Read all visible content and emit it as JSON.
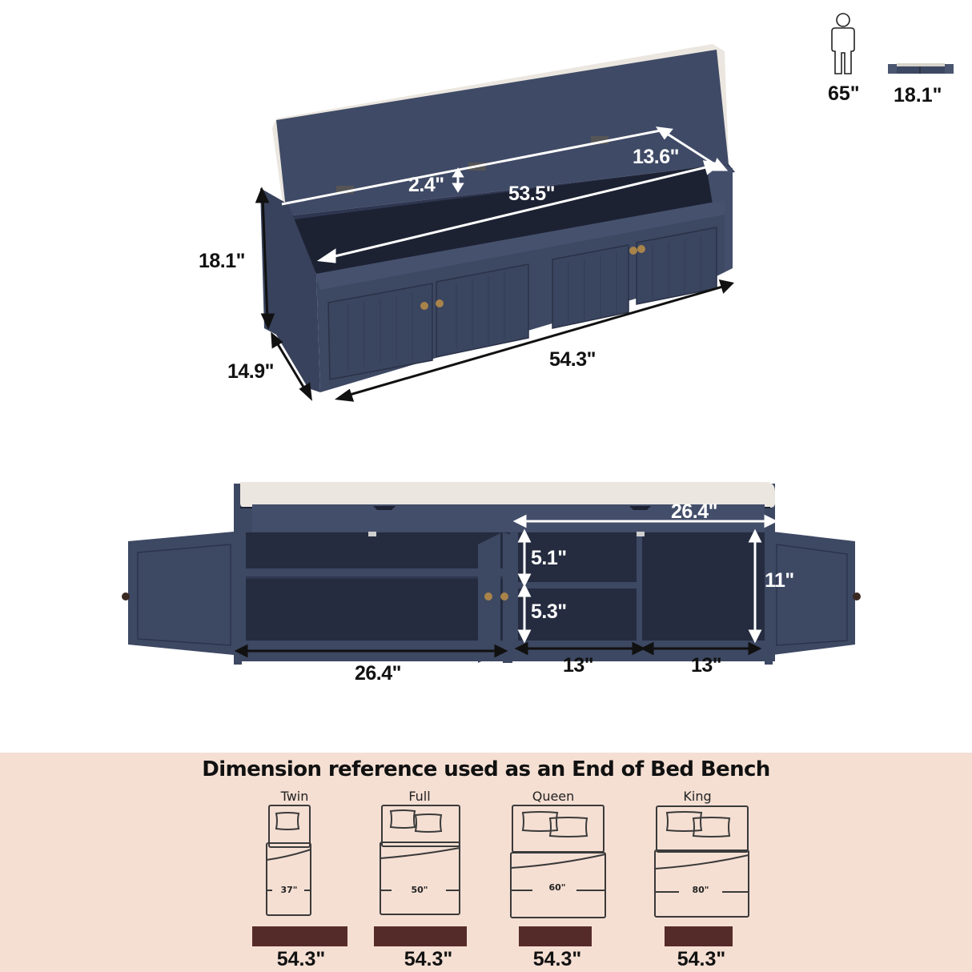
{
  "colors": {
    "bench_navy": "#3d4863",
    "bench_dark": "#262d40",
    "cushion": "#ebe7e0",
    "band_bg": "#f5dfd3",
    "bench_bar": "#552b2a",
    "knob": "#a8834a"
  },
  "reference": {
    "person_icon": "person-icon",
    "person_height": "65\"",
    "bench_icon": "bench-thumbnail-icon",
    "bench_height": "18.1\""
  },
  "top_view": {
    "height": "18.1\"",
    "depth": "14.9\"",
    "length": "54.3\"",
    "interior_length": "53.5\"",
    "interior_depth": "13.6\"",
    "lip_height": "2.4\""
  },
  "front_view": {
    "left_compartment_width": "26.4\"",
    "right_compartment_width": "26.4\"",
    "upper_shelf_height": "5.1\"",
    "lower_shelf_height": "5.3\"",
    "cabinet_height": "11\"",
    "cubby_left_width": "13\"",
    "cubby_right_width": "13\""
  },
  "bed_reference": {
    "title": "Dimension reference used as an End of Bed Bench",
    "beds": [
      {
        "name": "Twin",
        "width": "37\"",
        "bench_length": "54.3\""
      },
      {
        "name": "Full",
        "width": "50\"",
        "bench_length": "54.3\""
      },
      {
        "name": "Queen",
        "width": "60\"",
        "bench_length": "54.3\""
      },
      {
        "name": "King",
        "width": "80\"",
        "bench_length": "54.3\""
      }
    ]
  }
}
